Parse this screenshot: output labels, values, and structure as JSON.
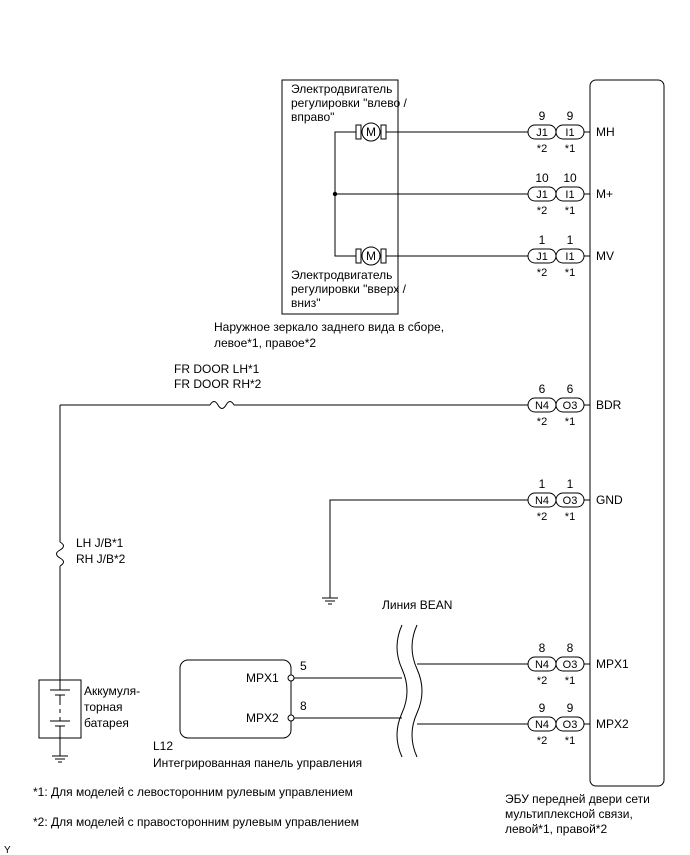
{
  "mirror": {
    "motor_h_label_1": "Электродвигатель",
    "motor_h_label_2": "регулировки \"влево /",
    "motor_h_label_3": "вправо\"",
    "motor_v_label_1": "Электродвигатель",
    "motor_v_label_2": "регулировки \"вверх /",
    "motor_v_label_3": "вниз\"",
    "motor_symbol": "M",
    "assembly_label_1": "Наружное зеркало заднего вида в сборе,",
    "assembly_label_2": "левое*1, правое*2"
  },
  "ecu": {
    "label_1": "ЭБУ передней двери сети",
    "label_2": "мультиплексной связи,",
    "label_3": "левой*1, правой*2",
    "terminals": [
      {
        "name": "MH",
        "pin_left": "9",
        "pin_right": "9",
        "conn_left": "J1",
        "conn_right": "I1",
        "star_left": "*2",
        "star_right": "*1"
      },
      {
        "name": "M+",
        "pin_left": "10",
        "pin_right": "10",
        "conn_left": "J1",
        "conn_right": "I1",
        "star_left": "*2",
        "star_right": "*1"
      },
      {
        "name": "MV",
        "pin_left": "1",
        "pin_right": "1",
        "conn_left": "J1",
        "conn_right": "I1",
        "star_left": "*2",
        "star_right": "*1"
      },
      {
        "name": "BDR",
        "pin_left": "6",
        "pin_right": "6",
        "conn_left": "N4",
        "conn_right": "O3",
        "star_left": "*2",
        "star_right": "*1"
      },
      {
        "name": "GND",
        "pin_left": "1",
        "pin_right": "1",
        "conn_left": "N4",
        "conn_right": "O3",
        "star_left": "*2",
        "star_right": "*1"
      },
      {
        "name": "MPX1",
        "pin_left": "8",
        "pin_right": "8",
        "conn_left": "N4",
        "conn_right": "O3",
        "star_left": "*2",
        "star_right": "*1"
      },
      {
        "name": "MPX2",
        "pin_left": "9",
        "pin_right": "9",
        "conn_left": "N4",
        "conn_right": "O3",
        "star_left": "*2",
        "star_right": "*1"
      }
    ]
  },
  "fuse_door": {
    "label_1": "FR DOOR LH*1",
    "label_2": "FR DOOR RH*2"
  },
  "fuse_jb": {
    "label_1": "LH J/B*1",
    "label_2": "RH J/B*2"
  },
  "battery": {
    "label_1": "Аккумуля-",
    "label_2": "торная",
    "label_3": "батарея"
  },
  "bean_line": {
    "label": "Линия BEAN"
  },
  "panel": {
    "code": "L12",
    "name": "Интегрированная панель управления",
    "pin1_name": "MPX1",
    "pin1_num": "5",
    "pin2_name": "MPX2",
    "pin2_num": "8"
  },
  "notes": {
    "note1": "*1: Для моделей с левосторонним рулевым управлением",
    "note2": "*2: Для моделей с правосторонним рулевым управлением"
  },
  "corner_mark": "Y"
}
